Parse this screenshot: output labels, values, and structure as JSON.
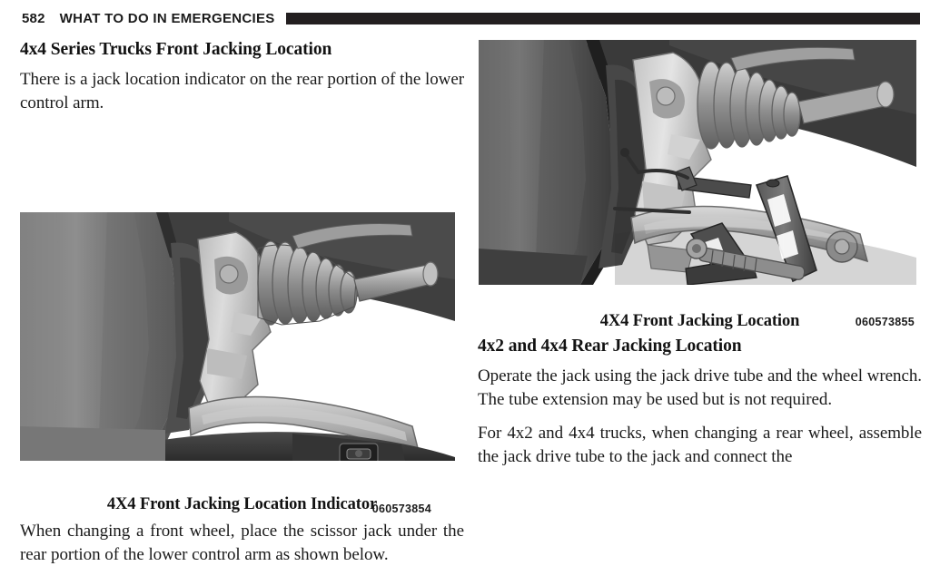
{
  "header": {
    "page_number": "582",
    "title": "WHAT TO DO IN EMERGENCIES",
    "rule_color": "#231f20"
  },
  "left_column": {
    "heading": "4x4 Series Trucks Front Jacking Location",
    "intro_paragraph": "There is a jack location indicator on the rear portion of the lower control arm.",
    "figure": {
      "alt": "Grayscale technical illustration of a 4X4 truck front suspension showing the lower control arm with a black arrow pointing up at the jack location indicator",
      "figure_number": "060573854",
      "caption": "4X4 Front Jacking Location Indicator",
      "arrow_direction": "up",
      "arrow_color": "#101010"
    },
    "body_paragraph": "When changing a front wheel, place the scissor jack under the rear portion of the lower control arm as shown below."
  },
  "right_column": {
    "figure": {
      "alt": "Grayscale technical illustration of a scissor jack positioned under the lower control arm of a 4X4 truck front suspension",
      "figure_number": "060573855",
      "caption": "4X4 Front Jacking Location"
    },
    "heading": "4x2 and 4x4 Rear Jacking Location",
    "paragraph_1": "Operate the jack using the jack drive tube and the wheel wrench. The tube extension may be used but is not required.",
    "paragraph_2": "For 4x2 and 4x4 trucks, when changing a rear wheel, assemble the jack drive tube to the jack and connect the"
  }
}
